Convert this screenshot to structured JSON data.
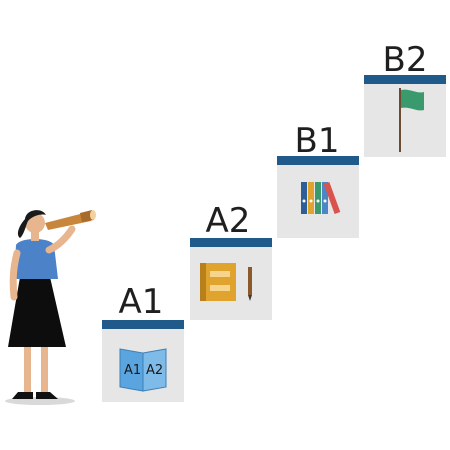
{
  "levels": [
    {
      "id": "a1",
      "label": "A1",
      "icon": "book-map-icon",
      "map_left": "A1",
      "map_right": "A2"
    },
    {
      "id": "a2",
      "label": "A2",
      "icon": "notebook-pencil-icon"
    },
    {
      "id": "b1",
      "label": "B1",
      "icon": "binders-icon"
    },
    {
      "id": "b2",
      "label": "B2",
      "icon": "flag-icon"
    }
  ],
  "colors": {
    "card_header": "#1f5a8b",
    "card_body": "#e6e6e6",
    "flag": "#3a9a6d",
    "notebook": "#e0a32d",
    "telescope": "#c8863c"
  }
}
